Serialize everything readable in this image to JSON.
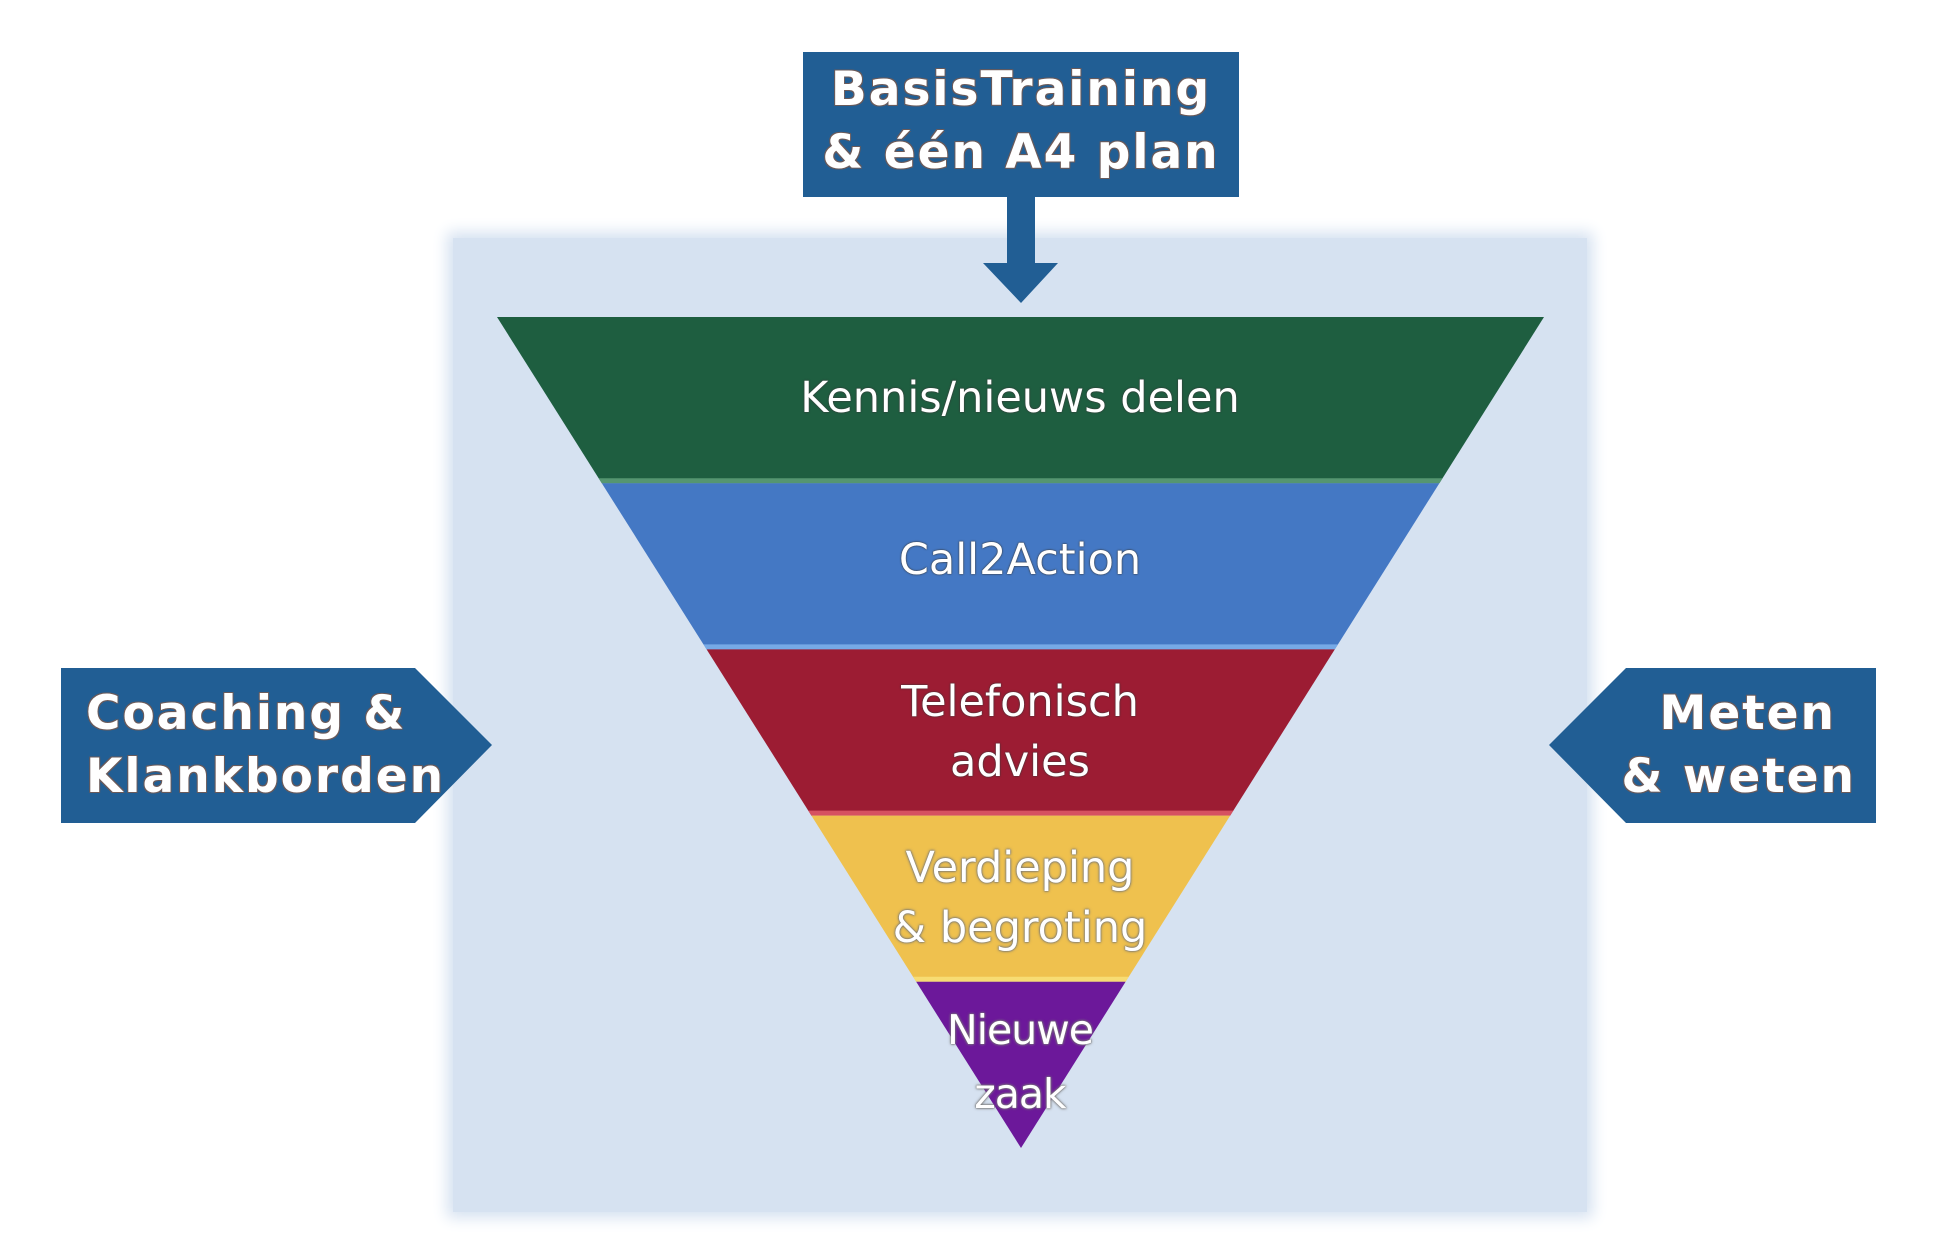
{
  "diagram": {
    "title_box": {
      "lines": [
        "BasisTraining",
        "& één A4 plan"
      ]
    },
    "left_box": {
      "lines": [
        "Coaching &",
        "Klankborden"
      ]
    },
    "right_box": {
      "lines": [
        "Meten",
        "& weten"
      ]
    },
    "funnel": {
      "levels": [
        {
          "lines": [
            "Kennis/nieuws delen"
          ],
          "color": "#1e5e40",
          "highlight": "#5fa07a"
        },
        {
          "lines": [
            "Call2Action"
          ],
          "color": "#4478c4",
          "highlight": "#7fb2ec"
        },
        {
          "lines": [
            "Telefonisch",
            "advies"
          ],
          "color": "#9c1c33",
          "highlight": "#e05a6a"
        },
        {
          "lines": [
            "Verdieping",
            "& begroting"
          ],
          "color": "#efc14e",
          "highlight": "#f8e07a"
        },
        {
          "lines": [
            "Nieuwe",
            "zaak"
          ],
          "color": "#6c189a",
          "highlight": "#8a3cc0"
        }
      ]
    },
    "colors": {
      "box_blue": "#215e94",
      "panel_bg": "#d6e2f1"
    }
  }
}
